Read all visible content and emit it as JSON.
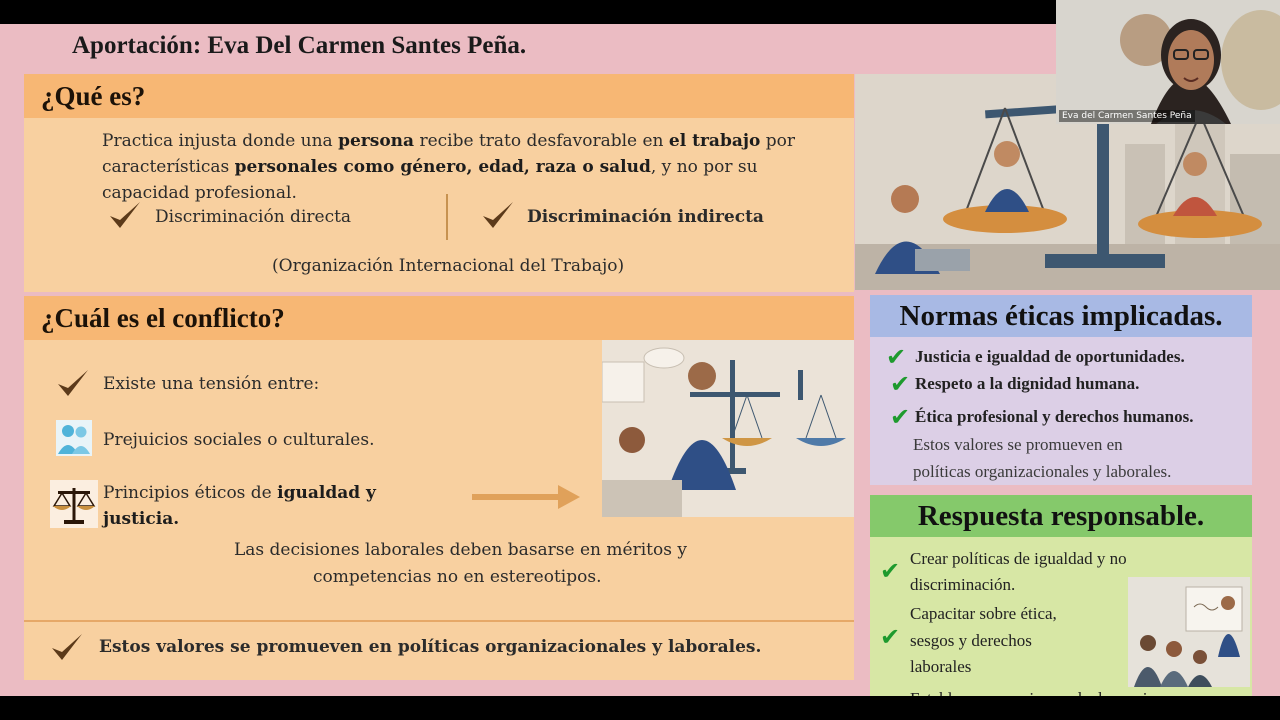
{
  "slide": {
    "title": "Aportación: Eva Del Carmen Santes Peña.",
    "que_es": {
      "heading": "¿Qué es?",
      "definition_parts": [
        {
          "text": "Practica injusta donde una ",
          "bold": false
        },
        {
          "text": "persona",
          "bold": true
        },
        {
          "text": " recibe trato desfavorable en ",
          "bold": false
        },
        {
          "text": "el trabajo",
          "bold": true
        },
        {
          "text": " por características ",
          "bold": false
        },
        {
          "text": "personales como género, edad, raza o salud",
          "bold": true
        },
        {
          "text": ", y no por su capacidad profesional.",
          "bold": false
        }
      ],
      "type_direct": "Discriminación directa",
      "type_indirect": "Discriminación indirecta",
      "source": "(Organización Internacional del Trabajo)"
    },
    "conflicto": {
      "heading": "¿Cuál es el conflicto?",
      "tension": "Existe una tensión entre:",
      "prejudice": "Prejuicios sociales o culturales.",
      "principles_prefix": "Principios éticos de ",
      "principles_bold": "igualdad y justicia.",
      "decision_line1": "Las decisiones laborales deben basarse en méritos y",
      "decision_line2": "competencias no en estereotipos.",
      "footer": "Estos valores se promueven en políticas organizacionales y laborales."
    },
    "normas": {
      "heading": "Normas éticas implicadas.",
      "items": [
        "Justicia e igualdad de oportunidades.",
        "Respeto a la dignidad humana.",
        "Ética profesional y derechos humanos."
      ],
      "note_line1": "Estos valores se promueven en",
      "note_line2": "políticas organizacionales y laborales."
    },
    "respuesta": {
      "heading": "Respuesta responsable.",
      "item1_line1": "Crear políticas de igualdad y no",
      "item1_line2": "discriminación.",
      "item2_line1": "Capacitar sobre ética,",
      "item2_line2": "sesgos y derechos",
      "item2_line3": "laborales",
      "item3_partial": "Establecer mecanismos de denuncia"
    }
  },
  "video": {
    "participant_name": "Eva del Carmen Santes Peña"
  },
  "colors": {
    "slide_bg": "#ebbcc3",
    "card_bg": "#f8d0a0",
    "card_head": "#f7b774",
    "blue_head": "#a8b9e4",
    "green_head": "#85c96b",
    "check_brown": "#5c3a1a",
    "check_green": "#1e9a2e"
  },
  "icons": {
    "check": "check-icon",
    "people": "people-icon",
    "scales": "scales-icon",
    "arrow": "arrow-right-icon"
  }
}
